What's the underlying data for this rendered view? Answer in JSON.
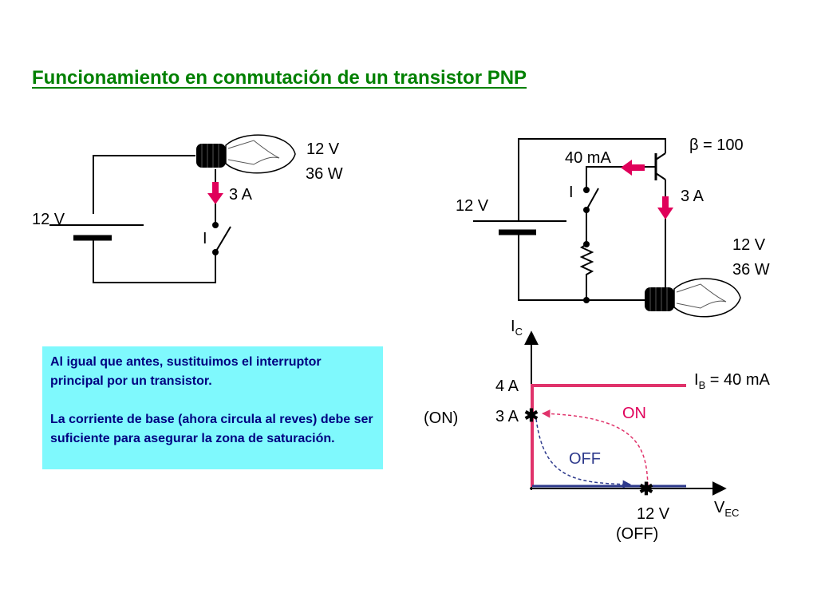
{
  "title": "Funcionamiento en conmutación de un transistor PNP",
  "left_circuit": {
    "battery_label": "12 V",
    "lamp_voltage": "12 V",
    "lamp_power": "36 W",
    "current_label": "3 A",
    "switch_label": "I"
  },
  "right_circuit": {
    "beta_label": "β = 100",
    "base_current": "40 mA",
    "switch_label": "I",
    "battery_label": "12 V",
    "collector_current": "3 A",
    "lamp_voltage": "12 V",
    "lamp_power": "36 W"
  },
  "graph": {
    "y_axis_main": "I",
    "y_axis_sub": "C",
    "x_axis_main": "V",
    "x_axis_sub": "EC",
    "tick_4a": "4 A",
    "tick_3a": "3 A",
    "on_point_label": "(ON)",
    "x_tick_12v": "12 V",
    "off_point_label": "(OFF)",
    "curve_label_main": "I",
    "curve_label_sub": "B",
    "curve_label_value": " = 40 mA",
    "transition_on": "ON",
    "transition_off": "OFF"
  },
  "note": {
    "paragraph_1": "Al igual que antes, sustituimos el interruptor principal por un transistor.",
    "paragraph_2": "La corriente de base (ahora circula al reves) debe ser suficiente para asegurar la zona de saturación."
  },
  "colors": {
    "title": "#008000",
    "arrow": "#e0005a",
    "curve": "#e0336b",
    "off_line": "#2e3a8c",
    "note_bg": "#7ff9fd",
    "note_text": "#000080"
  }
}
